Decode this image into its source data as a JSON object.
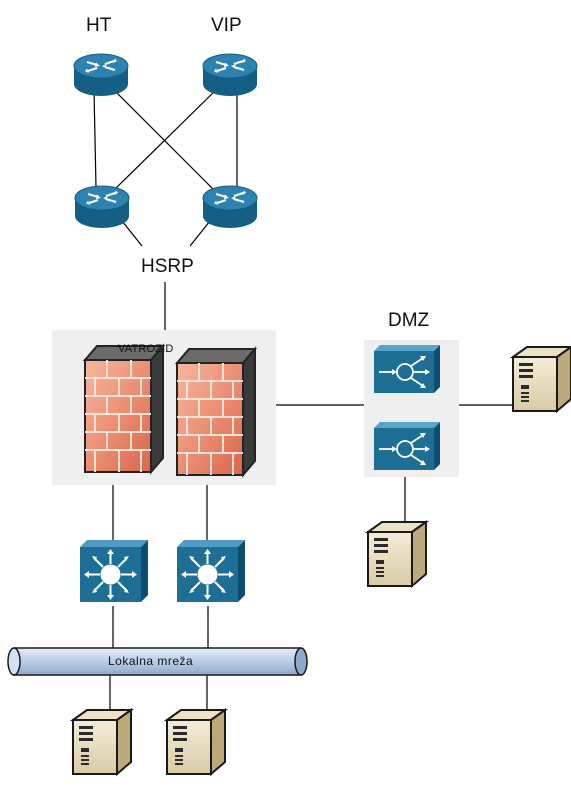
{
  "labels": {
    "isp_1": "HT",
    "isp_2": "VIP",
    "redundancy": "HSRP",
    "firewall": "VATROZID",
    "dmz": "DMZ",
    "lan": "Lokalna mreža"
  },
  "icons": {
    "router": "router-icon",
    "firewall": "firewall-icon",
    "switch": "layer3-switch-icon",
    "content_switch": "content-switch-icon",
    "server": "server-icon"
  },
  "colors": {
    "device_blue": "#1e6f96",
    "firewall_red": "#e8826a",
    "zone_gray": "#efefef",
    "lan_bus": "#b9cde6",
    "server_beige": "#e3d6b3"
  }
}
